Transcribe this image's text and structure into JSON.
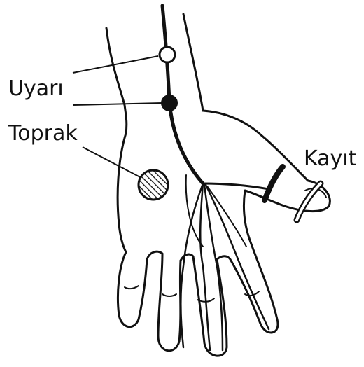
{
  "labels": {
    "stimulus": "Uyarı",
    "ground": "Toprak",
    "recording": "Kayıt"
  },
  "colors": {
    "ink": "#111111",
    "background": "#ffffff"
  },
  "icons": {
    "stimulus_anode": "hollow-circle",
    "stimulus_cathode": "filled-circle",
    "ground_electrode": "hatched-disc",
    "recording_electrode": "ring-electrodes"
  }
}
